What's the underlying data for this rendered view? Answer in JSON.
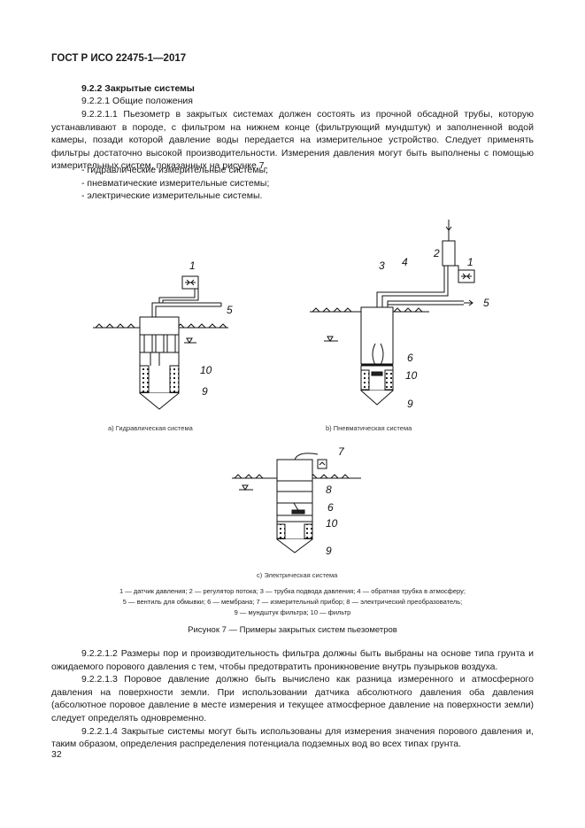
{
  "header": "ГОСТ Р ИСО 22475-1—2017",
  "section_title": "9.2.2 Закрытые системы",
  "subsection": "9.2.2.1 Общие положения",
  "para_9_2_2_1_1": "9.2.2.1.1 Пьезометр в закрытых системах должен состоять из прочной обсадной трубы, которую устанавливают в породе, с фильтром на нижнем конце (фильтрующий мундштук) и заполненной водой камеры, позади которой давление воды передается на измерительное устройство. Следует применять фильтры достаточно высокой производительности. Измерения давления могут быть выполнены с помощью измерительных систем, показанных на рисунке 7.",
  "list": [
    "гидравлические измерительные системы;",
    "пневматические измерительные системы;",
    "электрические измерительные системы."
  ],
  "figure": {
    "caption_a": "а) Гидравлическая система",
    "caption_b": "b) Пневматическая система",
    "caption_c": "с) Электрическая система",
    "labels_a": [
      "1",
      "5",
      "10",
      "9"
    ],
    "labels_b": [
      "2",
      "1",
      "3",
      "4",
      "5",
      "6",
      "10",
      "9"
    ],
    "labels_c": [
      "7",
      "8",
      "6",
      "10",
      "9"
    ],
    "legend_line1": "1 — датчик давления; 2 — регулятор потока; 3 — трубка подвода давления; 4 — обратная трубка в атмосферу;",
    "legend_line2": "5 — вентиль для обмывки; 6 — мембрана; 7 — измерительный прибор; 8 — электрический преобразователь;",
    "legend_line3": "9 — мундштук фильтра; 10 — фильтр",
    "title": "Рисунок 7 — Примеры закрытых систем пьезометров"
  },
  "para_9_2_2_1_2": "9.2.2.1.2 Размеры пор и производительность фильтра должны быть выбраны на основе типа грунта и ожидаемого порового давления с тем, чтобы предотвратить проникновение внутрь пузырьков воздуха.",
  "para_9_2_2_1_3": "9.2.2.1.3 Поровое давление должно быть вычислено как разница измеренного и атмосферного давления на поверхности земли. При использовании датчика абсолютного давления оба давления (абсолютное поровое давление в месте измерения и текущее атмосферное давление на поверхности земли) следует определять одновременно.",
  "para_9_2_2_1_4": "9.2.2.1.4 Закрытые системы могут быть использованы для измерения значения порового давления и, таким образом, определения распределения потенциала подземных вод во всех типах грунта.",
  "page_number": "32"
}
